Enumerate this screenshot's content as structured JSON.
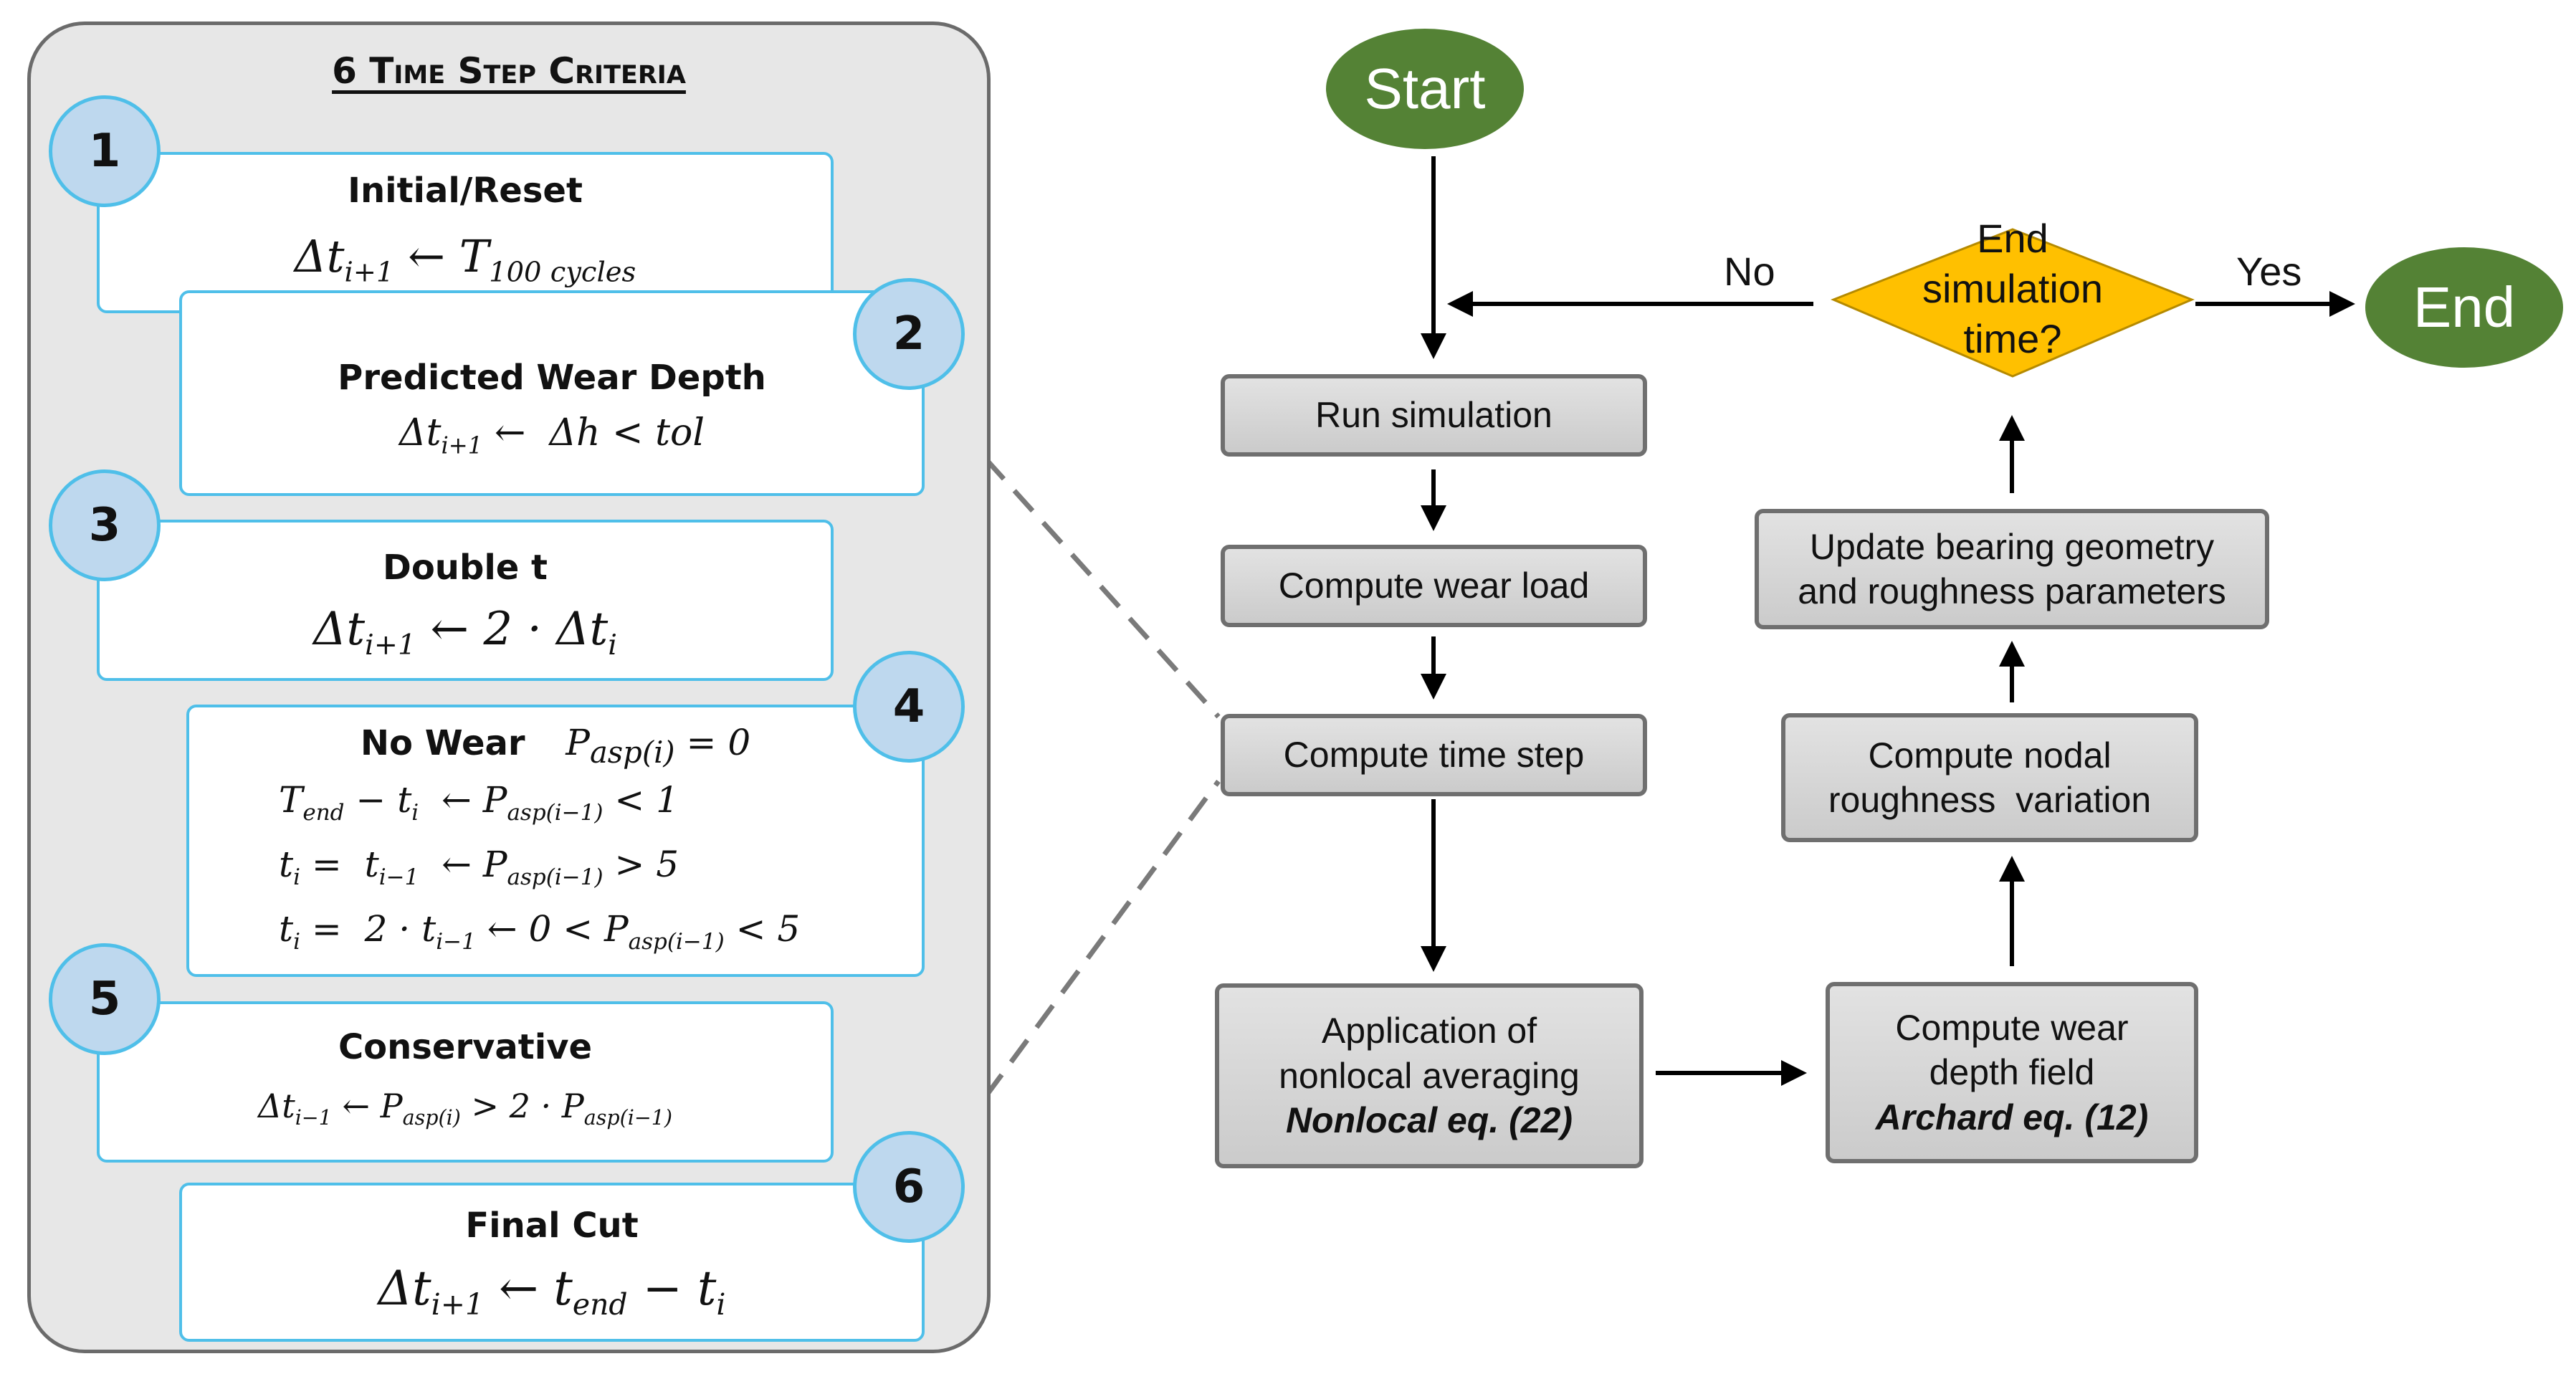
{
  "panel": {
    "title": "6 Time Step Criteria",
    "criteria": [
      {
        "number": "1",
        "label": "Initial/Reset",
        "equations": [
          "Δt<sub>i+1</sub> ← T<sub>100 cycles</sub>"
        ]
      },
      {
        "number": "2",
        "label": "Predicted Wear Depth",
        "equations": [
          "Δt<sub>i+1</sub> ← &nbsp;Δh &lt; tol"
        ]
      },
      {
        "number": "3",
        "label": "Double t",
        "equations": [
          "Δt<sub>i+1</sub> ← 2 · Δt<sub>i</sub>"
        ]
      },
      {
        "number": "4",
        "label": "No Wear",
        "label_equation": "P<sub>asp(i)</sub> = 0",
        "equations": [
          "T<sub>end</sub> − t<sub>i</sub> &nbsp;← P<sub>asp(i−1)</sub> &lt; 1",
          "t<sub>i</sub> = &nbsp;t<sub>i−1</sub> &nbsp;← P<sub>asp(i−1)</sub> &gt; 5",
          "t<sub>i</sub> = &nbsp;2 · t<sub>i−1</sub> ← 0 &lt; P<sub>asp(i−1)</sub> &lt; 5"
        ]
      },
      {
        "number": "5",
        "label": "Conservative",
        "equations": [
          "Δt<sub>i−1</sub> ← P<sub>asp(i)</sub> &gt; 2 · P<sub>asp(i−1)</sub>"
        ]
      },
      {
        "number": "6",
        "label": "Final Cut",
        "equations": [
          "Δt<sub>i+1</sub> ← t<sub>end</sub> − t<sub>i</sub>"
        ]
      }
    ]
  },
  "flow": {
    "start": "Start",
    "end": "End",
    "decision": [
      "End",
      "simulation",
      "time?"
    ],
    "no_label": "No",
    "yes_label": "Yes",
    "run_simulation": "Run simulation",
    "compute_wear_load": "Compute wear load",
    "compute_time_step": "Compute time step",
    "nonlocal": {
      "lines": [
        "Application of",
        "nonlocal averaging"
      ],
      "ref": "Nonlocal eq. (22)"
    },
    "wear_depth": {
      "lines": [
        "Compute wear",
        "depth field"
      ],
      "ref": "Archard eq. (12)"
    },
    "nodal_roughness": {
      "lines": [
        "Compute nodal",
        "roughness  variation"
      ]
    },
    "update_bearing": {
      "lines": [
        "Update bearing geometry",
        "and roughness parameters"
      ]
    }
  },
  "colors": {
    "terminal": "#548235",
    "decision": "#ffc000",
    "criteria_border": "#4fbfe9",
    "badge_fill": "#bed8ee",
    "process_border": "#6f6f6f"
  }
}
